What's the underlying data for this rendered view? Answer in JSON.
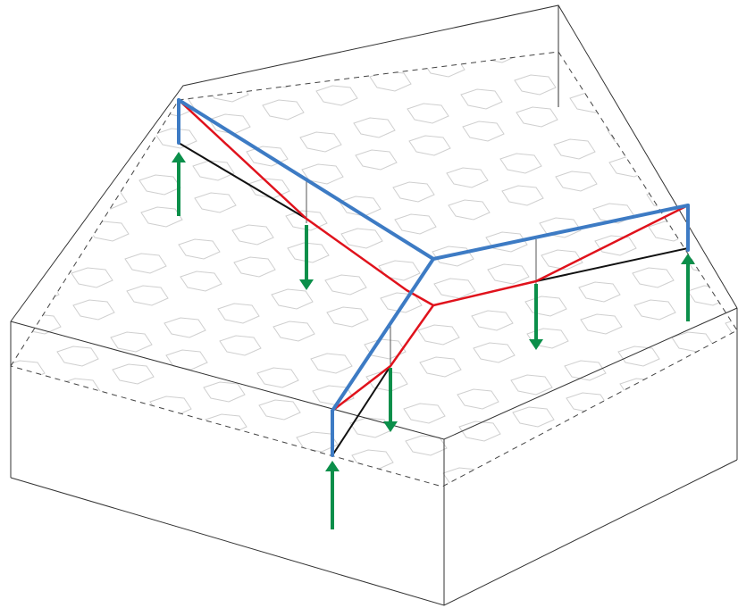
{
  "diagram": {
    "kind": "isometric-block-with-tiled-top-and-force-arrows",
    "colors": {
      "outline": "#333333",
      "dashed_outline": "#444444",
      "tiling": "#cfcfcf",
      "ridge_blue": "#3d7bc4",
      "crease_red": "#e0121c",
      "crease_black": "#111111",
      "vertical_thin": "#555555",
      "arrow_green": "#0b8f4a"
    },
    "arrows": [
      {
        "id": "up-left",
        "direction": "up"
      },
      {
        "id": "down-left-mid",
        "direction": "down"
      },
      {
        "id": "down-center",
        "direction": "down"
      },
      {
        "id": "up-bottom",
        "direction": "up"
      },
      {
        "id": "down-right-mid",
        "direction": "down"
      },
      {
        "id": "up-right",
        "direction": "up"
      }
    ]
  }
}
